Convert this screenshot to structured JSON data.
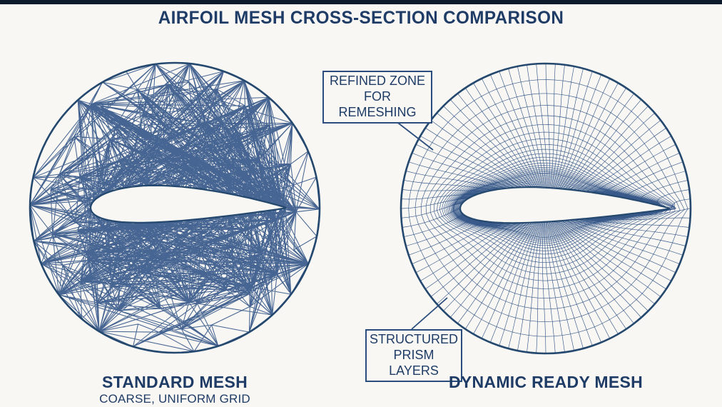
{
  "title": "AIRFOIL MESH CROSS-SECTION COMPARISON",
  "panels": {
    "left": {
      "title": "STANDARD MESH",
      "subtitle": "COARSE, UNIFORM GRID"
    },
    "right": {
      "title": "DYNAMIC READY MESH"
    }
  },
  "callouts": {
    "refined_zone": {
      "line1": "REFINED ZONE",
      "line2": "FOR REMESHING"
    },
    "prism_layers": {
      "line1": "STRUCTURED",
      "line2": "PRISM LAYERS"
    }
  },
  "colors": {
    "top_bar": "#0d1a2b",
    "heading_navy": "#1f3c66",
    "mesh_line": "#2e5184",
    "outline_navy": "#24486e",
    "callout_border": "#2b4d7d",
    "background": "#f8f7f4"
  }
}
